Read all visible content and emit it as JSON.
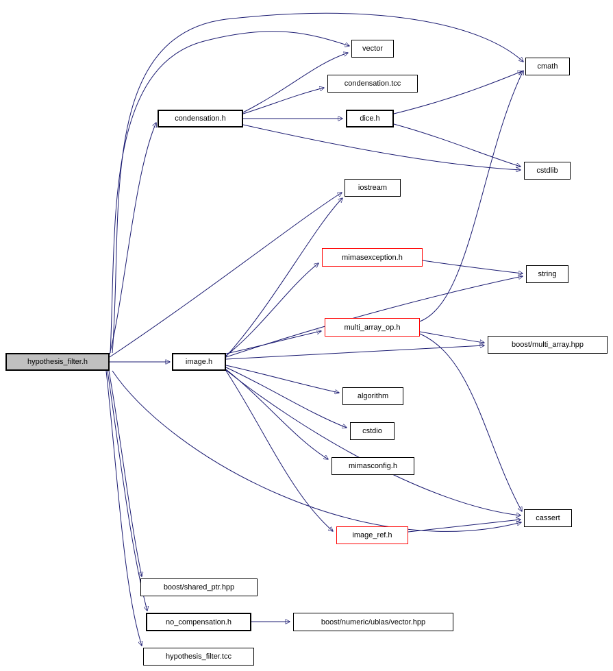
{
  "diagram": {
    "kind": "include-dependency-graph",
    "root": "hypothesis_filter.h"
  },
  "colors": {
    "edge": "#191970",
    "node_fill": "#ffffff",
    "node_border_default": "#000000",
    "node_border_warning": "#ff0000",
    "root_fill": "#c0c0c0",
    "background": "#ffffff"
  },
  "nodes": [
    {
      "id": "hypothesis_filter_h",
      "label": "hypothesis_filter.h",
      "style": "root"
    },
    {
      "id": "condensation_h",
      "label": "condensation.h",
      "style": "bold"
    },
    {
      "id": "vector",
      "label": "vector",
      "style": "plain"
    },
    {
      "id": "condensation_tcc",
      "label": "condensation.tcc",
      "style": "plain"
    },
    {
      "id": "dice_h",
      "label": "dice.h",
      "style": "bold"
    },
    {
      "id": "cmath",
      "label": "cmath",
      "style": "plain"
    },
    {
      "id": "cstdlib",
      "label": "cstdlib",
      "style": "plain"
    },
    {
      "id": "iostream",
      "label": "iostream",
      "style": "plain"
    },
    {
      "id": "mimasexception_h",
      "label": "mimasexception.h",
      "style": "warning"
    },
    {
      "id": "string",
      "label": "string",
      "style": "plain"
    },
    {
      "id": "multi_array_op_h",
      "label": "multi_array_op.h",
      "style": "warning"
    },
    {
      "id": "boost_multi_array_hpp",
      "label": "boost/multi_array.hpp",
      "style": "plain"
    },
    {
      "id": "image_h",
      "label": "image.h",
      "style": "bold"
    },
    {
      "id": "algorithm",
      "label": "algorithm",
      "style": "plain"
    },
    {
      "id": "cstdio",
      "label": "cstdio",
      "style": "plain"
    },
    {
      "id": "mimasconfig_h",
      "label": "mimasconfig.h",
      "style": "plain"
    },
    {
      "id": "cassert",
      "label": "cassert",
      "style": "plain"
    },
    {
      "id": "image_ref_h",
      "label": "image_ref.h",
      "style": "warning"
    },
    {
      "id": "boost_shared_ptr_hpp",
      "label": "boost/shared_ptr.hpp",
      "style": "plain"
    },
    {
      "id": "no_compensation_h",
      "label": "no_compensation.h",
      "style": "bold"
    },
    {
      "id": "boost_numeric_ublas_vector_hpp",
      "label": "boost/numeric/ublas/vector.hpp",
      "style": "plain"
    },
    {
      "id": "hypothesis_filter_tcc",
      "label": "hypothesis_filter.tcc",
      "style": "plain"
    }
  ],
  "edges": [
    {
      "from": "hypothesis_filter_h",
      "to": "condensation_h"
    },
    {
      "from": "hypothesis_filter_h",
      "to": "image_h"
    },
    {
      "from": "hypothesis_filter_h",
      "to": "vector"
    },
    {
      "from": "hypothesis_filter_h",
      "to": "cmath"
    },
    {
      "from": "hypothesis_filter_h",
      "to": "iostream"
    },
    {
      "from": "hypothesis_filter_h",
      "to": "cassert"
    },
    {
      "from": "hypothesis_filter_h",
      "to": "boost_shared_ptr_hpp"
    },
    {
      "from": "hypothesis_filter_h",
      "to": "no_compensation_h"
    },
    {
      "from": "hypothesis_filter_h",
      "to": "hypothesis_filter_tcc"
    },
    {
      "from": "condensation_h",
      "to": "vector"
    },
    {
      "from": "condensation_h",
      "to": "condensation_tcc"
    },
    {
      "from": "condensation_h",
      "to": "dice_h"
    },
    {
      "from": "condensation_h",
      "to": "cstdlib"
    },
    {
      "from": "dice_h",
      "to": "cmath"
    },
    {
      "from": "dice_h",
      "to": "cstdlib"
    },
    {
      "from": "image_h",
      "to": "iostream"
    },
    {
      "from": "image_h",
      "to": "string"
    },
    {
      "from": "image_h",
      "to": "mimasexception_h"
    },
    {
      "from": "image_h",
      "to": "multi_array_op_h"
    },
    {
      "from": "image_h",
      "to": "boost_multi_array_hpp"
    },
    {
      "from": "image_h",
      "to": "algorithm"
    },
    {
      "from": "image_h",
      "to": "cstdio"
    },
    {
      "from": "image_h",
      "to": "mimasconfig_h"
    },
    {
      "from": "image_h",
      "to": "image_ref_h"
    },
    {
      "from": "image_h",
      "to": "cassert"
    },
    {
      "from": "mimasexception_h",
      "to": "string"
    },
    {
      "from": "multi_array_op_h",
      "to": "boost_multi_array_hpp"
    },
    {
      "from": "multi_array_op_h",
      "to": "cmath"
    },
    {
      "from": "multi_array_op_h",
      "to": "cassert"
    },
    {
      "from": "image_ref_h",
      "to": "cassert"
    },
    {
      "from": "no_compensation_h",
      "to": "boost_numeric_ublas_vector_hpp"
    }
  ]
}
